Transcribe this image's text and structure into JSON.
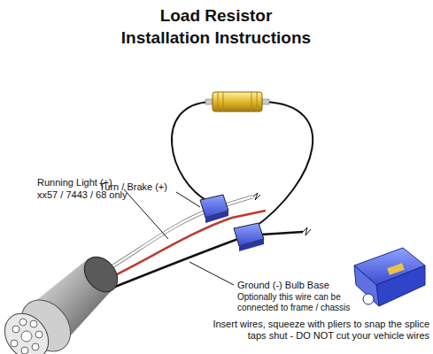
{
  "diagram": {
    "title": "Load Resistor Installation Instructions",
    "labels": [
      "Turn / Brake (+)",
      "Running Light (+)",
      "xx57 / 7443 / 68 only",
      "Ground (-) Bulb Base",
      "Optionally this wire can be connected to frame / chassis",
      "Insert wires, squeeze with pliers to snap the splice taps shut - DO NOT cut your vehicle wires"
    ]
  }
}
